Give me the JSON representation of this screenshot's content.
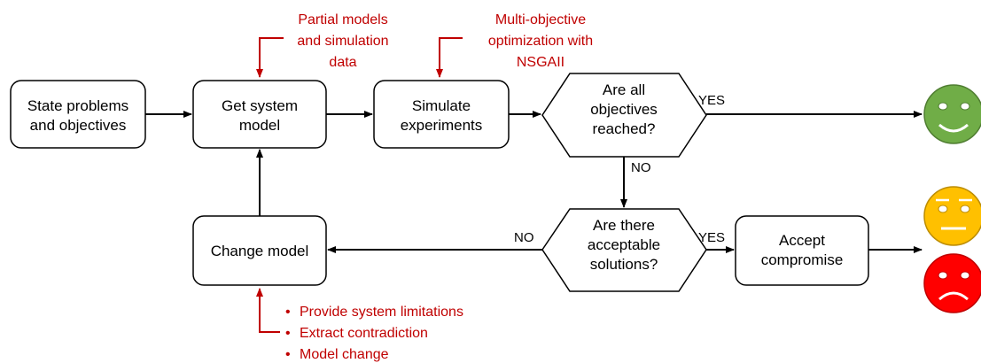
{
  "colors": {
    "annotation": "#c00000",
    "line": "#000000",
    "face_happy": "#70ad47",
    "face_neutral": "#ffc000",
    "face_sad": "#ff0000"
  },
  "nodes": {
    "state_problems": {
      "lines": [
        "State problems",
        "and objectives"
      ]
    },
    "get_model": {
      "lines": [
        "Get system",
        "model"
      ]
    },
    "simulate": {
      "lines": [
        "Simulate",
        "experiments"
      ]
    },
    "objectives_reached": {
      "lines": [
        "Are all",
        "objectives",
        "reached?"
      ]
    },
    "acceptable": {
      "lines": [
        "Are there",
        "acceptable",
        "solutions?"
      ]
    },
    "change_model": {
      "lines": [
        "Change model"
      ]
    },
    "accept_compromise": {
      "lines": [
        "Accept",
        "compromise"
      ]
    }
  },
  "edge_labels": {
    "yes_top": "YES",
    "no_down": "NO",
    "no_left": "NO",
    "yes_right": "YES"
  },
  "annotations": {
    "partial_models": [
      "Partial models",
      "and simulation",
      "data"
    ],
    "optimization": [
      "Multi-objective",
      "optimization with",
      "NSGAII"
    ],
    "change_bullets": [
      "Provide system limitations",
      "Extract contradiction",
      "Model change"
    ],
    "bullet": "•"
  },
  "faces": {
    "happy": "happy-face-icon",
    "neutral": "neutral-face-icon",
    "sad": "sad-face-icon"
  }
}
